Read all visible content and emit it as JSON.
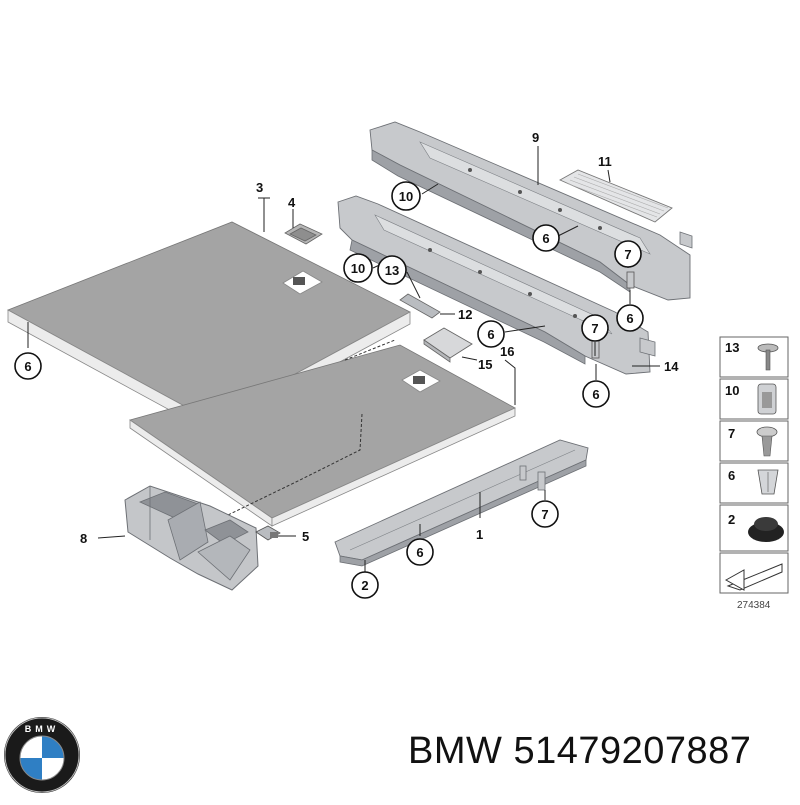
{
  "diagram": {
    "labels": {
      "p1": "1",
      "p2": "2",
      "p3": "3",
      "p4": "4",
      "p5": "5",
      "p6a": "6",
      "p6b": "6",
      "p6c": "6",
      "p6d": "6",
      "p6e": "6",
      "p7a": "7",
      "p7b": "7",
      "p7c": "7",
      "p8": "8",
      "p9": "9",
      "p10a": "10",
      "p10b": "10",
      "p11": "11",
      "p12": "12",
      "p13": "13",
      "p14": "14",
      "p15": "15",
      "p16": "16"
    },
    "legend": [
      "13",
      "10",
      "7",
      "6",
      "2"
    ],
    "diagram_id": "274384"
  },
  "logo": {
    "name": "bmw-logo",
    "text": "BMW",
    "colors": {
      "ring": "#111111",
      "blue": "#2f7fc4",
      "white": "#ffffff"
    }
  },
  "footer": {
    "brand": "BMW",
    "part_number": "51479207887"
  }
}
